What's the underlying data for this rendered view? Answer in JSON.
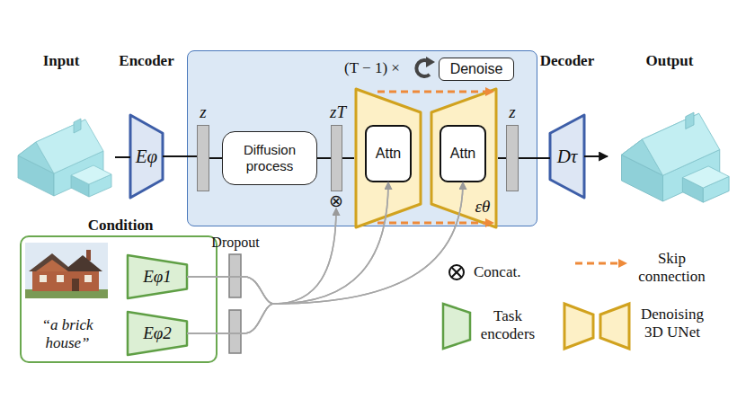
{
  "diagram": {
    "nodes": [
      {
        "text": [
          "Input"
        ]
      },
      {
        "text": [
          "Encoder",
          "Eφ"
        ]
      },
      {
        "text": [
          "(T − 1) ×"
        ]
      },
      {
        "text": [
          "z"
        ],
        "in": 2
      },
      {
        "text": [
          "Diffusion process"
        ],
        "in": 2
      },
      {
        "text": [
          "zT"
        ],
        "in": 2
      },
      {
        "text": [
          "⊗"
        ],
        "in": 2
      },
      {
        "text": [
          "Denoise"
        ],
        "in": 2
      },
      {
        "text": [
          "εθ"
        ],
        "in": 2
      },
      {
        "text": [
          "Attn"
        ],
        "in": 8
      },
      {
        "text": [
          "Attn"
        ],
        "in": 8
      },
      {
        "text": [
          "z"
        ],
        "in": 2
      },
      {
        "text": [
          "Decoder",
          "Dτ"
        ]
      },
      {
        "text": [
          "Output"
        ]
      },
      {
        "text": [
          "Condition"
        ]
      },
      {
        "text": [
          "Eφ1"
        ],
        "in": 14
      },
      {
        "text": [
          "Eφ2"
        ],
        "in": 14
      }
    ],
    "edges": [
      {
        "from": 0,
        "to": 1,
        "arrow": "none"
      },
      {
        "from": 1,
        "to": 3,
        "arrow": "none"
      },
      {
        "from": 3,
        "to": 4,
        "arrow": "none"
      },
      {
        "from": 4,
        "to": 5,
        "arrow": "none"
      },
      {
        "from": 5,
        "to": 8,
        "arrow": "none"
      },
      {
        "from": 8,
        "to": 11,
        "arrow": "none"
      },
      {
        "from": 11,
        "to": 12,
        "arrow": "none"
      },
      {
        "from": 12,
        "to": 13,
        "arrow": "to"
      },
      {
        "from": 15,
        "to": 6,
        "arrow": "to"
      },
      {
        "from": 15,
        "to": 9,
        "arrow": "to"
      },
      {
        "from": 15,
        "to": 10,
        "arrow": "to"
      },
      {
        "from": 16,
        "to": 6,
        "arrow": "to"
      },
      {
        "from": 16,
        "to": 9,
        "arrow": "to"
      },
      {
        "from": 16,
        "to": 10,
        "arrow": "to"
      }
    ],
    "labels": [
      "“a brick house”",
      "Dropout"
    ],
    "legend": [
      {
        "text": "Concat."
      },
      {
        "text": "Skip connection"
      },
      {
        "text": "Task encoders"
      },
      {
        "text": "Denoising 3D UNet"
      }
    ]
  }
}
